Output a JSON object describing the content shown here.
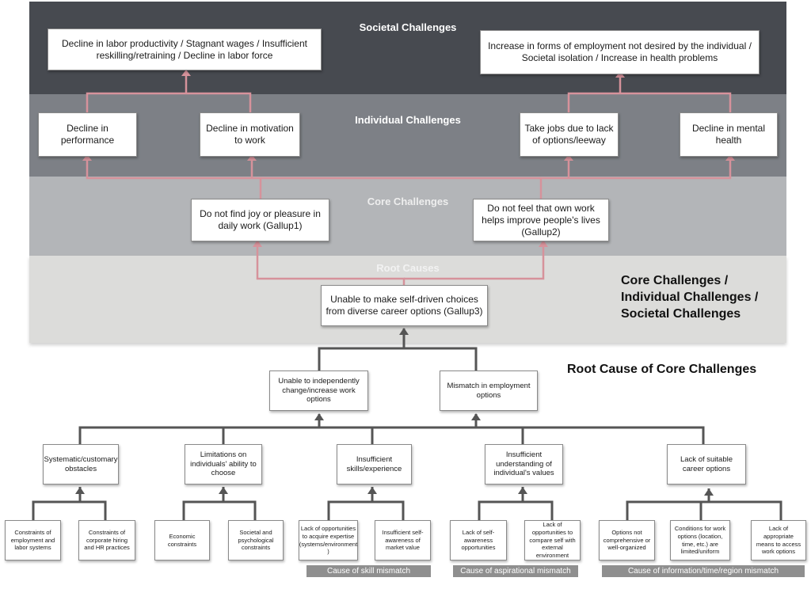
{
  "bands": {
    "societal": "Societal Challenges",
    "individual": "Individual Challenges",
    "core": "Core Challenges",
    "root": "Root Causes"
  },
  "societal": {
    "left": "Decline in labor productivity / Stagnant wages / Insufficient reskilling/retraining / Decline in labor force",
    "right": "Increase in forms of employment not desired by the individual / Societal isolation / Increase in health problems"
  },
  "individual": {
    "performance": "Decline in performance",
    "motivation": "Decline in motivation to work",
    "jobs": "Take jobs due to lack of options/leeway",
    "mental": "Decline in mental health"
  },
  "core": {
    "joy": "Do not find joy or pleasure in daily work (Gallup1)",
    "improve": "Do not feel that own work helps improve people's lives (Gallup2)"
  },
  "root": {
    "main": "Unable to make self-driven choices from diverse career options (Gallup3)"
  },
  "headings": {
    "challenges_line1": "Core Challenges /",
    "challenges_line2": "Individual Challenges /",
    "challenges_line3": "Societal Challenges",
    "root_cause": "Root Cause of Core Challenges"
  },
  "level2": {
    "unable": "Unable to independently change/increase work options",
    "mismatch": "Mismatch in employment options"
  },
  "level3": {
    "systematic": "Systematic/customary obstacles",
    "limitations": "Limitations on individuals' ability to choose",
    "skills": "Insufficient skills/experience",
    "values": "Insufficient understanding of individual's values",
    "career": "Lack of suitable career options"
  },
  "level4": {
    "employment_systems": "Constraints of employment and labor systems",
    "hiring": "Constraints of corporate hiring and HR practices",
    "economic": "Economic constraints",
    "societal": "Societal and psychological constraints",
    "expertise": "Lack of opportunities to acquire expertise (systems/environment )",
    "market": "Insufficient self-awareness of market value",
    "self_awareness": "Lack of self-awareness opportunities",
    "compare": "Lack of opportunities to compare self with external environment",
    "options_org": "Options not comprehensive or well-organized",
    "conditions": "Conditions for work options (location, time, etc.) are limited/uniform",
    "access": "Lack of appropriate means to access work options"
  },
  "causes": {
    "skill": "Cause of skill mismatch",
    "aspirational": "Cause of aspirational mismatch",
    "info": "Cause of information/time/region mismatch"
  },
  "colors": {
    "pink_connector": "#d6929b",
    "dark_connector": "#555555",
    "band_societal": "#474a50",
    "band_individual": "#7d8086",
    "band_core": "#b3b5b8",
    "band_root": "#dcdcda",
    "cause_label_bg": "#8f8f8f"
  }
}
